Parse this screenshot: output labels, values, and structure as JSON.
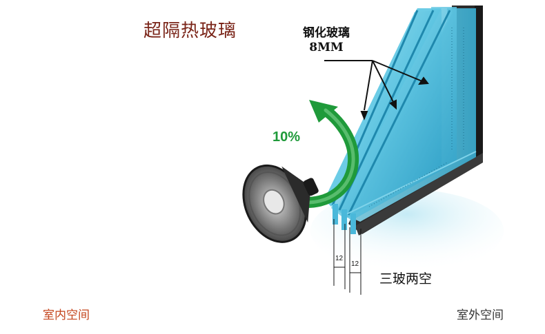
{
  "title": "超隔热玻璃",
  "glass_label": {
    "line1": "钢化玻璃",
    "line2": "8MM"
  },
  "sound_percent": "10%",
  "glazing_type": "三玻两空",
  "spacing": [
    "12",
    "12"
  ],
  "indoor_label": "室内空间",
  "outdoor_label": "室外空间",
  "colors": {
    "title": "#7a2418",
    "arrow_green": "#1f9a3a",
    "glass": "#3db3d6",
    "frame": "#2b2b2b",
    "indoor": "#c4441c"
  },
  "icons": [
    "speaker-icon",
    "curved-arrow-icon"
  ]
}
